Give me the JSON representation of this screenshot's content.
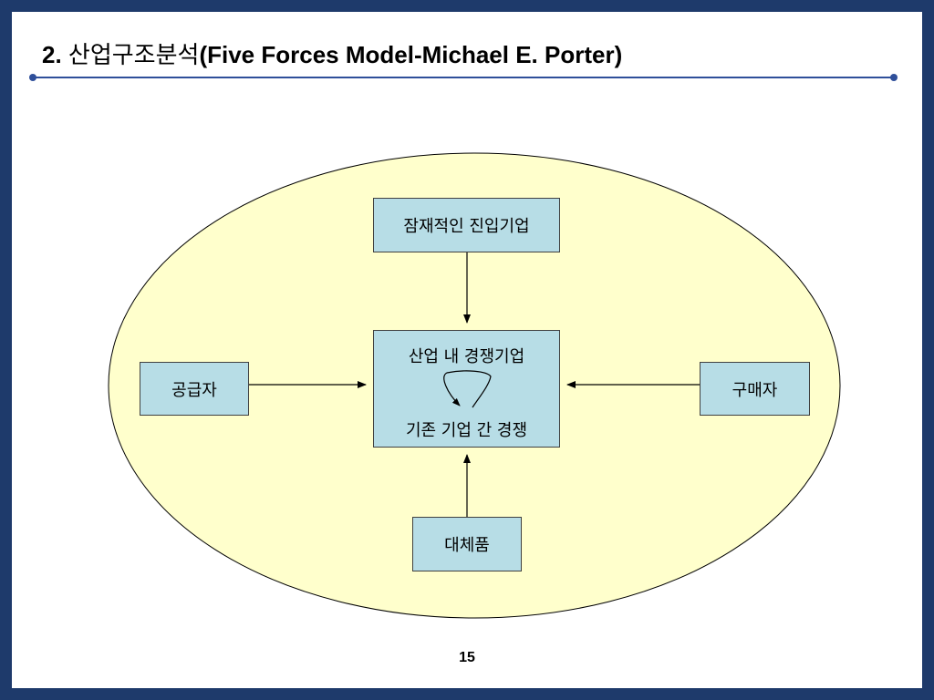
{
  "slide": {
    "title_number": "2.",
    "title_korean": "산업구조분석",
    "title_english": "(Five Forces Model-Michael E. Porter)",
    "page_number": "15"
  },
  "diagram": {
    "potential_entrants": "잠재적인 진입기업",
    "center_top": "산업 내 경쟁기업",
    "center_bottom": "기존 기업 간 경쟁",
    "suppliers": "공급자",
    "buyers": "구매자",
    "substitutes": "대체품"
  },
  "colors": {
    "frame": "#1e3a6b",
    "rule": "#2f4f9a",
    "ellipse_fill": "#ffffcc",
    "box_fill": "#b7dde6"
  }
}
